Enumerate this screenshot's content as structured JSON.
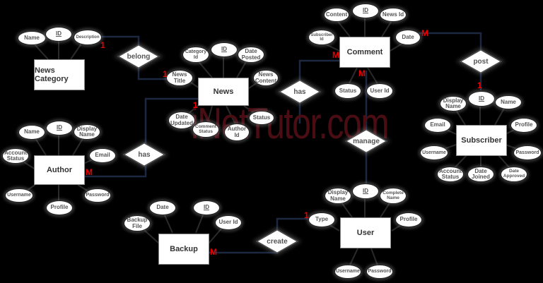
{
  "diagram": {
    "type": "ER diagram",
    "watermark": "iNetTutor.com",
    "entities": {
      "news_category": {
        "label": "News Category",
        "attributes": [
          "Name",
          "ID",
          "Description"
        ]
      },
      "news": {
        "label": "News",
        "attributes": [
          "Category Id",
          "ID",
          "Date Posted",
          "News Title",
          "News Content",
          "Date Updated",
          "Comment Status",
          "Author Id",
          "Status"
        ]
      },
      "comment": {
        "label": "Comment",
        "attributes": [
          "Content",
          "ID",
          "News Id",
          "Subscriber Id",
          "Date",
          "Status",
          "User Id"
        ]
      },
      "subscriber": {
        "label": "Subscriber",
        "attributes": [
          "Display Name",
          "ID",
          "Name",
          "Email",
          "Profile",
          "Username",
          "Password",
          "Account Status",
          "Date Joined",
          "Date Approved"
        ]
      },
      "author": {
        "label": "Author",
        "attributes": [
          "Name",
          "ID",
          "Display Name",
          "Account Status",
          "Email",
          "Username",
          "Profile",
          "Password"
        ]
      },
      "backup": {
        "label": "Backup",
        "attributes": [
          "Date",
          "ID",
          "Backup File",
          "User Id"
        ]
      },
      "user": {
        "label": "User",
        "attributes": [
          "Display Name",
          "ID",
          "Complete Name",
          "Type",
          "Profile",
          "Username",
          "Password"
        ]
      }
    },
    "relationships": {
      "belong": {
        "label": "belong",
        "from": "News Category",
        "from_card": "1",
        "to": "News",
        "to_card": "1"
      },
      "has_comment": {
        "label": "has",
        "from": "News",
        "to": "Comment",
        "to_card": "M"
      },
      "post": {
        "label": "post",
        "from": "Comment",
        "from_card": "M",
        "to": "Subscriber",
        "to_card": "1"
      },
      "has_author": {
        "label": "has",
        "from": "Author",
        "from_card": "M",
        "to": "News",
        "to_card": "1"
      },
      "manage": {
        "label": "manage",
        "from": "Comment",
        "from_card": "M",
        "to": "User"
      },
      "create": {
        "label": "create",
        "from": "Backup",
        "from_card": "M",
        "to": "User",
        "to_card": "1"
      }
    },
    "cardinality": {
      "one": "1",
      "many": "M"
    }
  }
}
